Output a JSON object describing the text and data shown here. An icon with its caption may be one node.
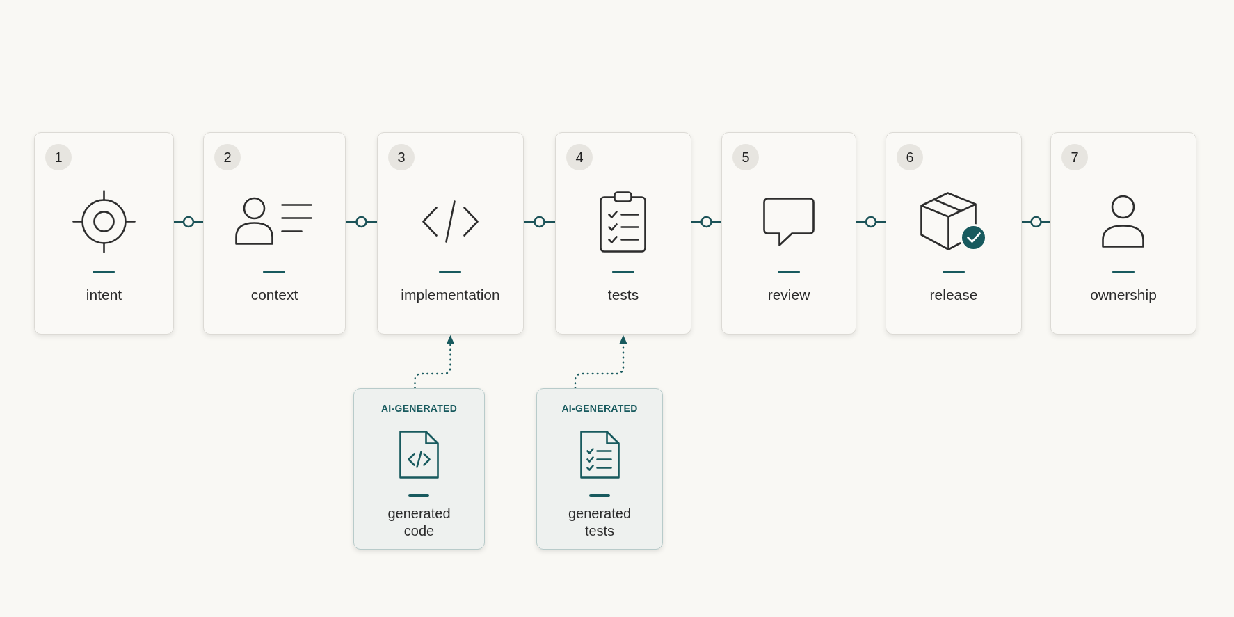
{
  "diagram": {
    "nodes": [
      {
        "text": [
          "1",
          "intent"
        ]
      },
      {
        "text": [
          "2",
          "context"
        ]
      },
      {
        "text": [
          "3",
          "implementation"
        ]
      },
      {
        "text": [
          "4",
          "tests"
        ]
      },
      {
        "text": [
          "5",
          "review"
        ]
      },
      {
        "text": [
          "6",
          "release"
        ]
      },
      {
        "text": [
          "7",
          "ownership"
        ]
      },
      {
        "text": [
          "AI-GENERATED",
          "generated code"
        ]
      },
      {
        "text": [
          "AI-GENERATED",
          "generated tests"
        ]
      }
    ],
    "edges": [
      {
        "from": 0,
        "to": 1,
        "arrow": "none"
      },
      {
        "from": 1,
        "to": 2,
        "arrow": "none"
      },
      {
        "from": 2,
        "to": 3,
        "arrow": "none"
      },
      {
        "from": 3,
        "to": 4,
        "arrow": "none"
      },
      {
        "from": 4,
        "to": 5,
        "arrow": "none"
      },
      {
        "from": 5,
        "to": 6,
        "arrow": "none"
      },
      {
        "from": 7,
        "to": 2,
        "arrow": "to",
        "style": "dashed"
      },
      {
        "from": 8,
        "to": 3,
        "arrow": "to",
        "style": "dashed"
      }
    ]
  }
}
